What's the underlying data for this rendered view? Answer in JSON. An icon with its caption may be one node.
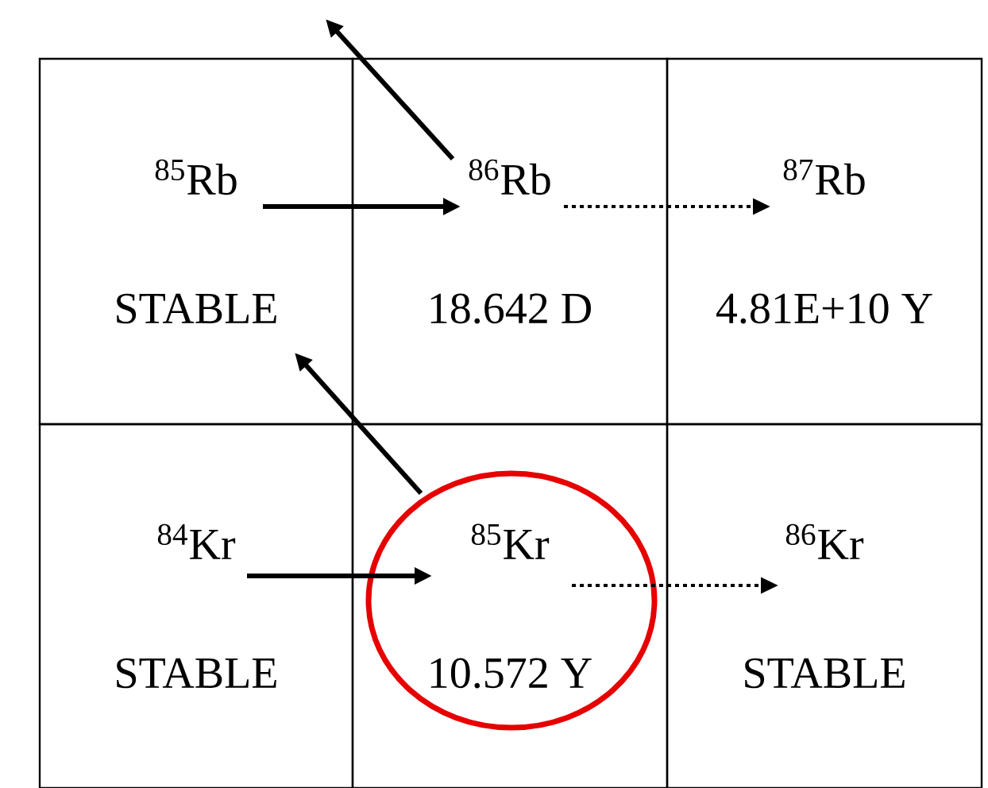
{
  "diagram": {
    "nodes": [
      {
        "text": [
          "$^{85}$Rb",
          "STABLE"
        ]
      },
      {
        "text": [
          "$^{86}$Rb",
          "18.642 D"
        ]
      },
      {
        "text": [
          "$^{87}$Rb",
          "4.81E+10 Y"
        ]
      },
      {
        "text": [
          "$^{84}$Kr",
          "STABLE"
        ]
      },
      {
        "text": [
          "$^{85}$Kr",
          "10.572 Y"
        ]
      },
      {
        "text": [
          "$^{86}$Kr",
          "STABLE"
        ]
      }
    ],
    "edges": [
      {
        "from": 0,
        "to": 1,
        "arrow": "to"
      },
      {
        "from": 1,
        "to": 2,
        "arrow": "to",
        "style": "dashed"
      },
      {
        "from": 1,
        "to": null,
        "arrow": "to"
      },
      {
        "from": 3,
        "to": 4,
        "arrow": "to"
      },
      {
        "from": 4,
        "to": 5,
        "arrow": "to",
        "style": "dashed"
      },
      {
        "from": 4,
        "to": 0,
        "arrow": "to"
      }
    ]
  }
}
